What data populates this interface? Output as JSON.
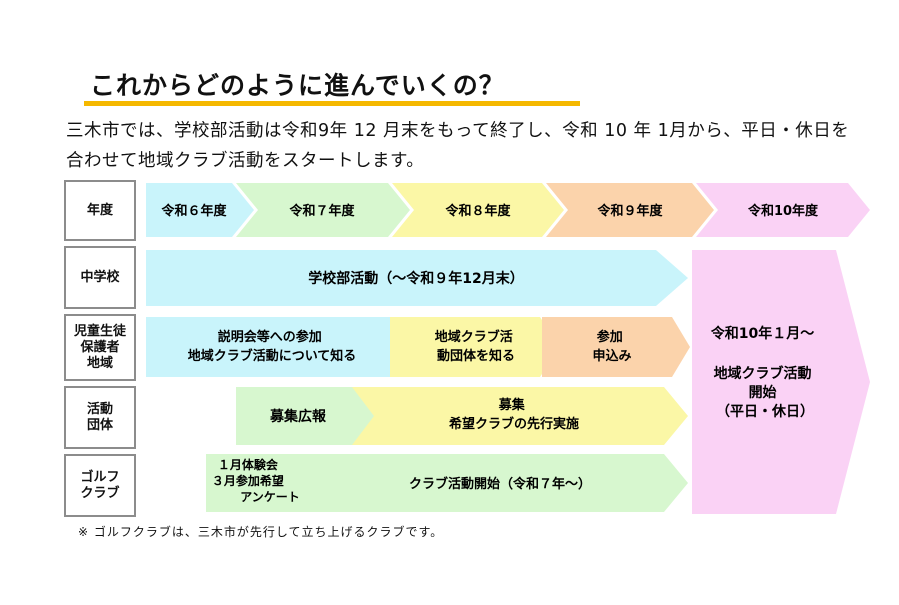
{
  "title": "これからどのように進んでいくの？",
  "intro": "三木市では、学校部活動は令和9年 12 月末をもって終了し、令和 10 年 1月から、平日・休日を合わせて地域クラブ活動をスタートします。",
  "row_labels": {
    "year": "年度",
    "middle_school": "中学校",
    "students": "児童生徒\n保護者\n地域",
    "organizations": "活動\n団体",
    "golf_club": "ゴルフ\nクラブ"
  },
  "years": [
    "令和６年度",
    "令和７年度",
    "令和８年度",
    "令和９年度",
    "令和10年度"
  ],
  "middle_school": {
    "club_activity": "学校部活動（～令和９年12月末）"
  },
  "students": {
    "step1": "説明会等への参加\n地域クラブ活動について知る",
    "step2": "地域クラブ活\n動団体を知る",
    "step3": "参加\n申込み"
  },
  "organizations": {
    "recruit_ad": "募集広報",
    "recruit": "募集\n希望クラブの先行実施"
  },
  "golf_club": {
    "trial": "１月体験会\n３月参加希望\nアンケート",
    "start": "クラブ活動開始（令和７年～）"
  },
  "final": {
    "text": "令和10年１月～\n\n地域クラブ活動\n開始\n（平日・休日）"
  },
  "footnote": "※ ゴルフクラブは、三木市が先行して立ち上げるクラブです。",
  "colors": {
    "accent_underline": "#f5b800",
    "cyan": "#c9f4fb",
    "green": "#d7f7cf",
    "yellow": "#fbf7a6",
    "orange": "#fbd3ab",
    "pink": "#fad2f5"
  }
}
